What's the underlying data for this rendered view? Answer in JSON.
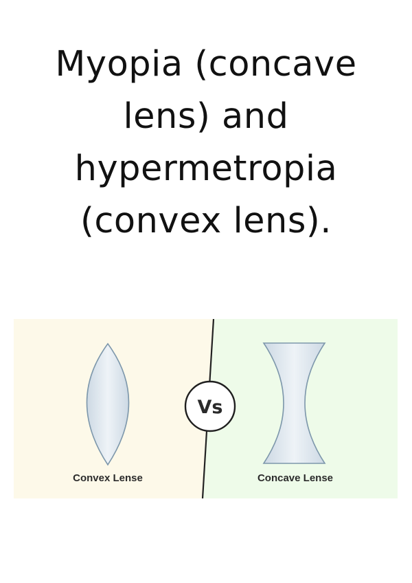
{
  "title": {
    "lines": [
      "Myopia (concave",
      "lens) and",
      "hypermetropia",
      "(convex lens)."
    ]
  },
  "figure": {
    "left_panel_color": "#fdf9e9",
    "right_panel_color": "#eefbe9",
    "lens_fill": "#dce7ef",
    "lens_stroke": "#7d97ab",
    "convex_label": "Convex Lense",
    "concave_label": "Concave Lense",
    "vs_badge": "Vs"
  }
}
